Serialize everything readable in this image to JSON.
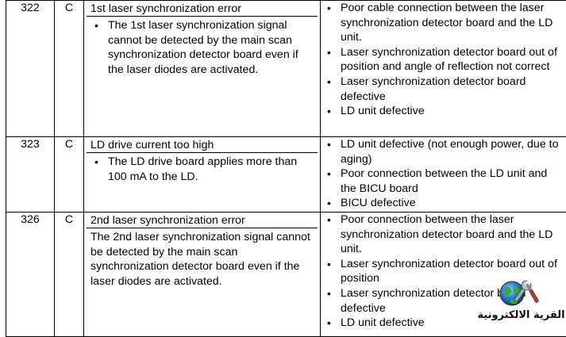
{
  "rows": [
    {
      "code": "322",
      "class": "C",
      "symptom_title": "1st laser synchronization error",
      "symptom_body_bullets": [
        "The 1st laser synchronization signal cannot be detected by the main scan synchronization detector board even if the laser diodes are activated."
      ],
      "causes": [
        "Poor cable connection between the laser synchronization detector board and the LD unit.",
        "Laser synchronization detector board out of position and angle of reflection not correct",
        "Laser synchronization detector board defective",
        "LD unit defective"
      ]
    },
    {
      "code": "323",
      "class": "C",
      "symptom_title": "LD drive current too high",
      "symptom_body_bullets": [
        "The LD drive board applies more than 100 mA to the LD."
      ],
      "causes": [
        "LD unit defective (not enough power, due to aging)",
        "Poor connection between the LD unit and the BICU board",
        "BICU defective"
      ]
    },
    {
      "code": "326",
      "class": "C",
      "symptom_title": "2nd laser synchronization error",
      "symptom_body_text": "The 2nd laser synchronization signal cannot be detected by the main scan synchronization detector board even if the laser diodes are activated.",
      "causes": [
        "Poor connection between the laser synchronization detector board and the LD unit.",
        "Laser synchronization detector board out of position",
        "Laser synchronization detector board defective",
        "LD unit defective"
      ]
    }
  ],
  "watermark": {
    "text": "القرية الالكترونية",
    "icon": "globe-wrench-icon"
  }
}
